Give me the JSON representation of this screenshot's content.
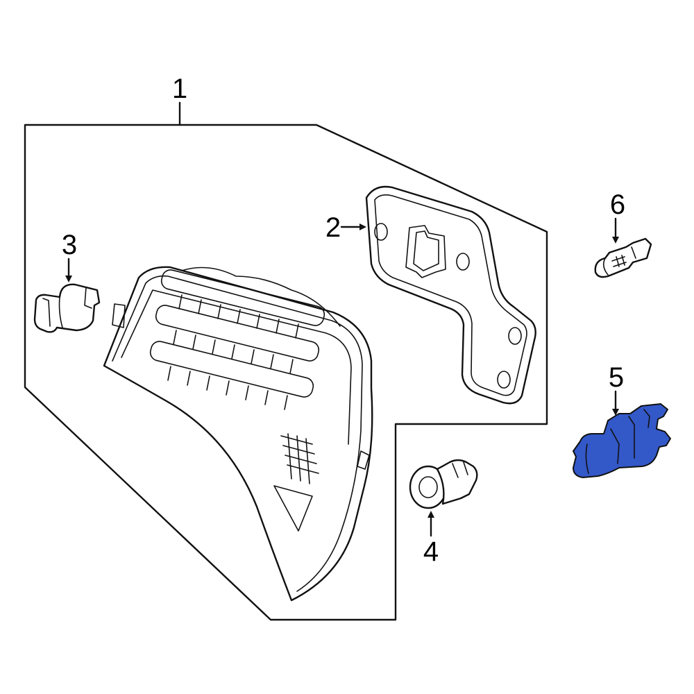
{
  "diagram": {
    "callouts": [
      {
        "id": "1",
        "label": "1"
      },
      {
        "id": "2",
        "label": "2"
      },
      {
        "id": "3",
        "label": "3"
      },
      {
        "id": "4",
        "label": "4"
      },
      {
        "id": "5",
        "label": "5"
      },
      {
        "id": "6",
        "label": "6"
      }
    ],
    "highlighted_part": "5",
    "colors": {
      "line": "#111111",
      "background": "#ffffff",
      "highlight": "#3358c8"
    }
  }
}
